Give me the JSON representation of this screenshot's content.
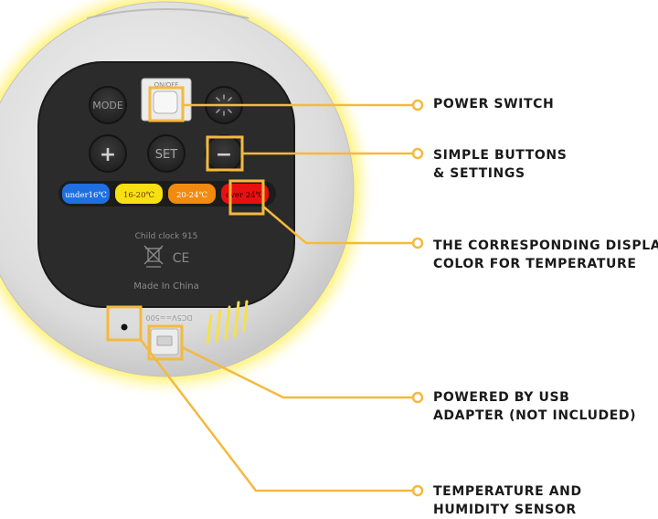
{
  "device": {
    "buttons": {
      "mode": "MODE",
      "set": "SET",
      "plus": "+",
      "minus": "−"
    },
    "switch_label": "ON/OFF",
    "temp_colors": [
      {
        "label": "under16℃",
        "color": "#1f6fe0",
        "text_color": "#ffffff"
      },
      {
        "label": "16-20℃",
        "color": "#f6e012",
        "text_color": "#6a2e00"
      },
      {
        "label": "20-24℃",
        "color": "#f28a10",
        "text_color": "#ffffff"
      },
      {
        "label": "over 24℃",
        "color": "#e81010",
        "text_color": "#2a0000"
      }
    ],
    "model": "Child clock 915",
    "cert": "CE",
    "made_in": "Made In China",
    "port_text": "DC5V==500"
  },
  "callouts": [
    {
      "lines": [
        "POWER SWITCH"
      ]
    },
    {
      "lines": [
        "SIMPLE BUTTONS",
        "& SETTINGS"
      ]
    },
    {
      "lines": [
        "THE CORRESPONDING DISPLAY",
        "COLOR FOR TEMPERATURE"
      ]
    },
    {
      "lines": [
        "POWERED BY USB",
        "ADAPTER (NOT INCLUDED)"
      ]
    },
    {
      "lines": [
        "TEMPERATURE AND",
        "HUMIDITY SENSOR"
      ]
    }
  ],
  "colors": {
    "accent": "#f5b93e",
    "glow": "#fff27a",
    "panel": "#2b2b2b",
    "body": "#e4e4e4"
  }
}
